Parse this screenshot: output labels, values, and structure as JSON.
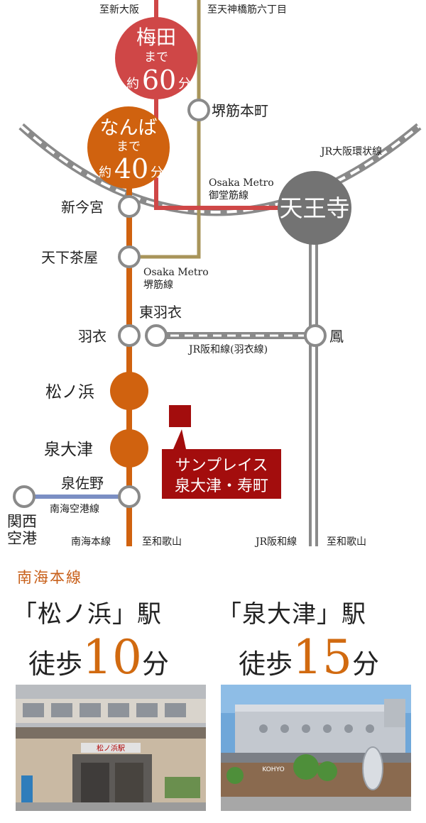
{
  "map": {
    "lines": {
      "jr_loop": "JR大阪環状線",
      "midosuji": [
        "Osaka Metro",
        "御堂筋線"
      ],
      "sakaisuji": [
        "Osaka Metro",
        "堺筋線"
      ],
      "jr_hanwa_hagoromo": "JR阪和線(羽衣線)",
      "nankai_airport": "南海空港線",
      "nankai_main": "南海本線",
      "jr_hanwa": "JR阪和線"
    },
    "directions": {
      "to_shin_osaka": "至新大阪",
      "to_tenjinbashi": "至天神橋筋六丁目",
      "to_wakayama_nankai": "至和歌山",
      "to_wakayama_jr": "至和歌山"
    },
    "hubs": {
      "umeda": {
        "name": "梅田",
        "made": "まで",
        "prefix": "約",
        "minutes": "60",
        "unit": "分"
      },
      "namba": {
        "name": "なんば",
        "made": "まで",
        "prefix": "約",
        "minutes": "40",
        "unit": "分"
      }
    },
    "stations": {
      "sakaisuji_honmachi": "堺筋本町",
      "shin_imamiya": "新今宮",
      "tengachaya": "天下茶屋",
      "tennoji": "天王寺",
      "higashi_hagoromo": "東羽衣",
      "hagoromo": "羽衣",
      "otori": "鳳",
      "matsunohama": "松ノ浜",
      "izumiotsu": "泉大津",
      "izumisano": "泉佐野",
      "kansai_airport": [
        "関西",
        "空港"
      ]
    },
    "property": [
      "サンプレイス",
      "泉大津・寿町"
    ],
    "colors": {
      "nankai": "#d0620f",
      "midosuji": "#cf4747",
      "sakaisuji": "#a8955a",
      "jr": "#7a7a7a",
      "airport": "#7b8fc4",
      "property": "#a30d0d"
    }
  },
  "access": {
    "line_name": "南海本線",
    "left": {
      "station": "「松ノ浜」駅",
      "walk_label": "徒歩",
      "minutes": "10",
      "unit": "分"
    },
    "right": {
      "station": "「泉大津」駅",
      "walk_label": "徒歩",
      "minutes": "15",
      "unit": "分"
    },
    "photo_sign_left": "松ノ浜駅",
    "photo_sign_right": "KOHYO"
  }
}
